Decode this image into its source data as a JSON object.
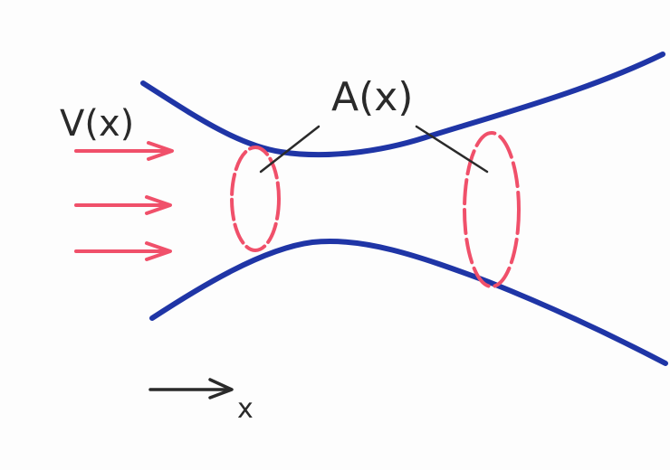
{
  "labels": {
    "velocity": "V(x)",
    "area": "A(x)",
    "axis": "x"
  },
  "colors": {
    "wall": "#1f35a6",
    "flow": "#f0506a",
    "ink": "#2a2a2a",
    "paper": "#fdfdfd"
  }
}
